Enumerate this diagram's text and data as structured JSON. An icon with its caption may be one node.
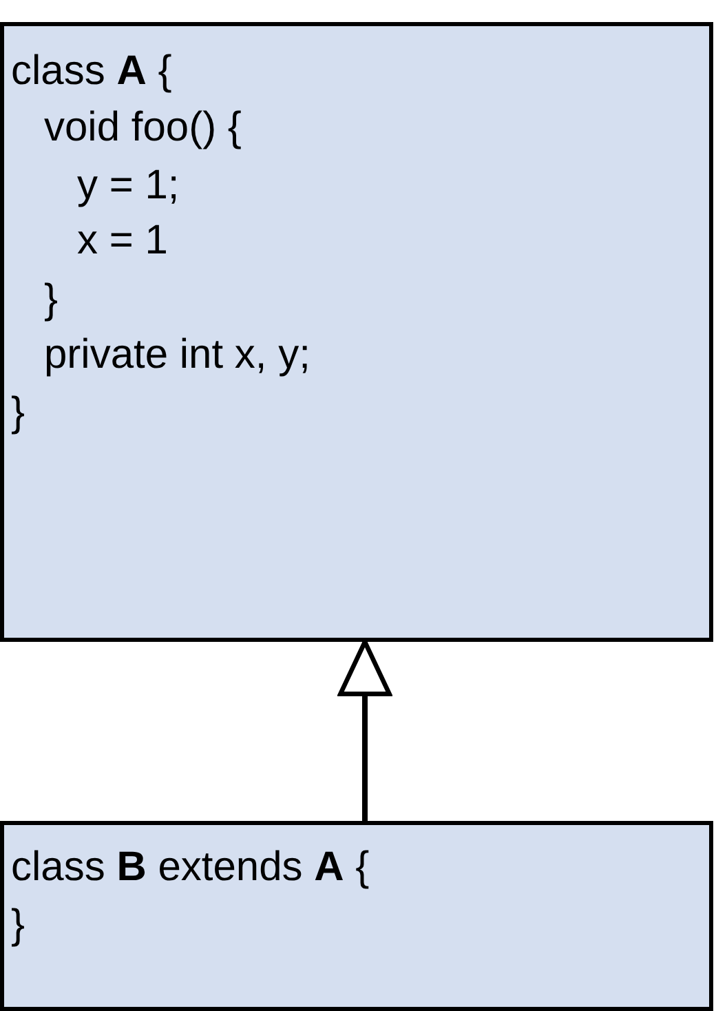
{
  "diagram": {
    "nodes": [
      {
        "text": [
          "class **A** {",
          "void foo() {",
          "y = 1;",
          "x = 1",
          "}",
          "private int x, y;",
          "}"
        ]
      },
      {
        "text": [
          "class **B** extends **A** {",
          "}"
        ]
      }
    ],
    "edges": [
      {
        "from": 1,
        "to": 0,
        "arrow": "to"
      }
    ]
  }
}
